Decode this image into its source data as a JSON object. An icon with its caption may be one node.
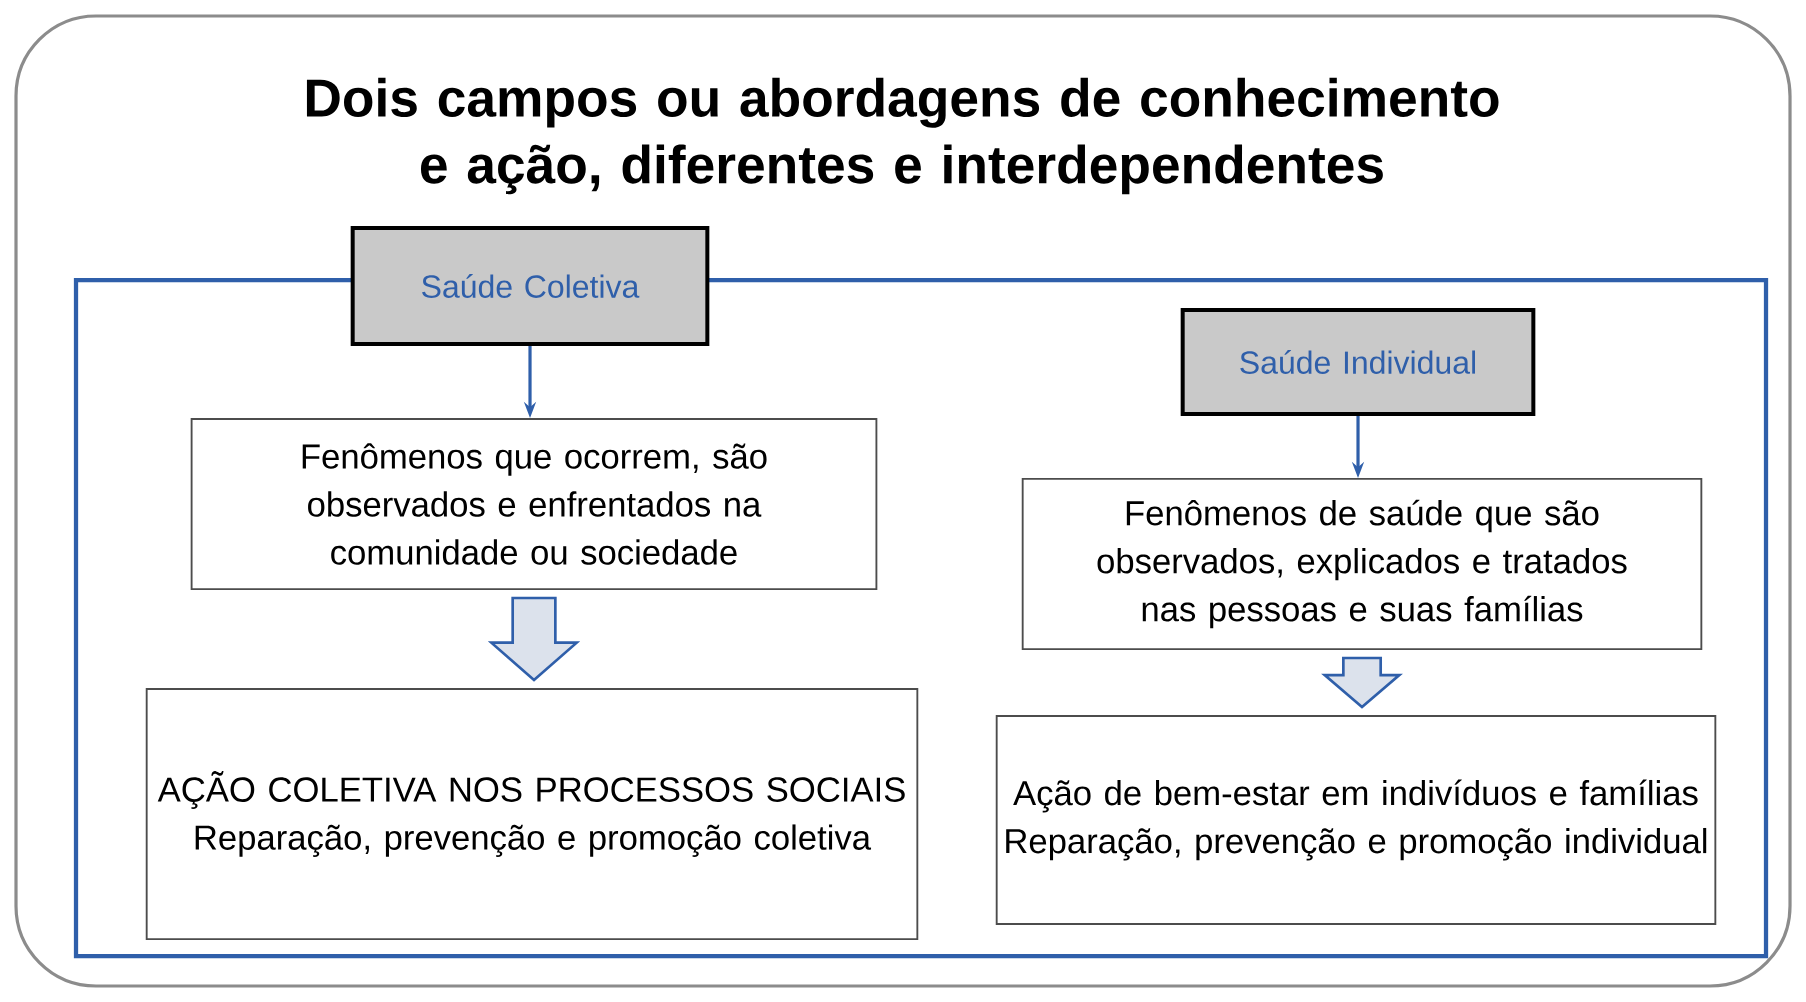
{
  "diagram": {
    "title": "Dois campos ou abordagens de conhecimento e ação, diferentes e interdependentes",
    "nodes": [
      {
        "text": [
          "Saúde Coletiva"
        ]
      },
      {
        "text": [
          "Fenômenos que ocorrem, são observados e enfrentados na comunidade ou sociedade"
        ]
      },
      {
        "text": [
          "AÇÃO COLETIVA NOS PROCESSOS SOCIAIS",
          "Reparação, prevenção e promoção coletiva"
        ]
      },
      {
        "text": [
          "Saúde Individual"
        ]
      },
      {
        "text": [
          "Fenômenos de saúde que são observados, explicados e tratados nas pessoas e suas famílias"
        ]
      },
      {
        "text": [
          "Ação de bem-estar em indivíduos e famílias",
          "Reparação, prevenção e promoção individual"
        ]
      }
    ],
    "edges": [
      {
        "from": 0,
        "to": 1,
        "arrow": "to"
      },
      {
        "from": 1,
        "to": 2,
        "arrow": "to",
        "style": "thick"
      },
      {
        "from": 3,
        "to": 4,
        "arrow": "to"
      },
      {
        "from": 4,
        "to": 5,
        "arrow": "to",
        "style": "thick"
      }
    ]
  }
}
